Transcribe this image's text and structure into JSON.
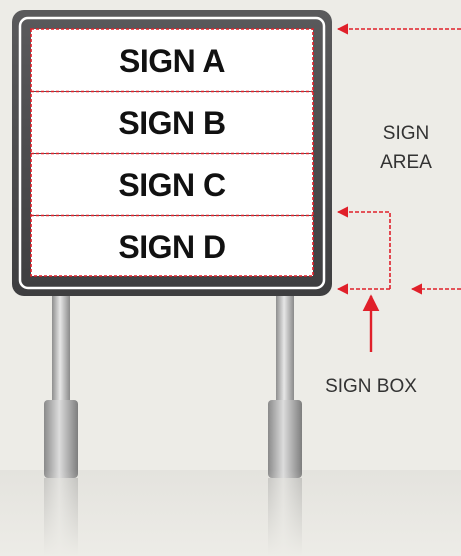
{
  "signs": [
    "SIGN A",
    "SIGN B",
    "SIGN C",
    "SIGN D"
  ],
  "labels": {
    "sign_area_line1": "SIGN",
    "sign_area_line2": "AREA",
    "sign_box": "SIGN BOX"
  },
  "colors": {
    "background": "#edece7",
    "frame": "#4a4a4c",
    "panel": "#ffffff",
    "annotation": "#e0202a",
    "text": "#111111",
    "pole": "#c6c6c6"
  }
}
